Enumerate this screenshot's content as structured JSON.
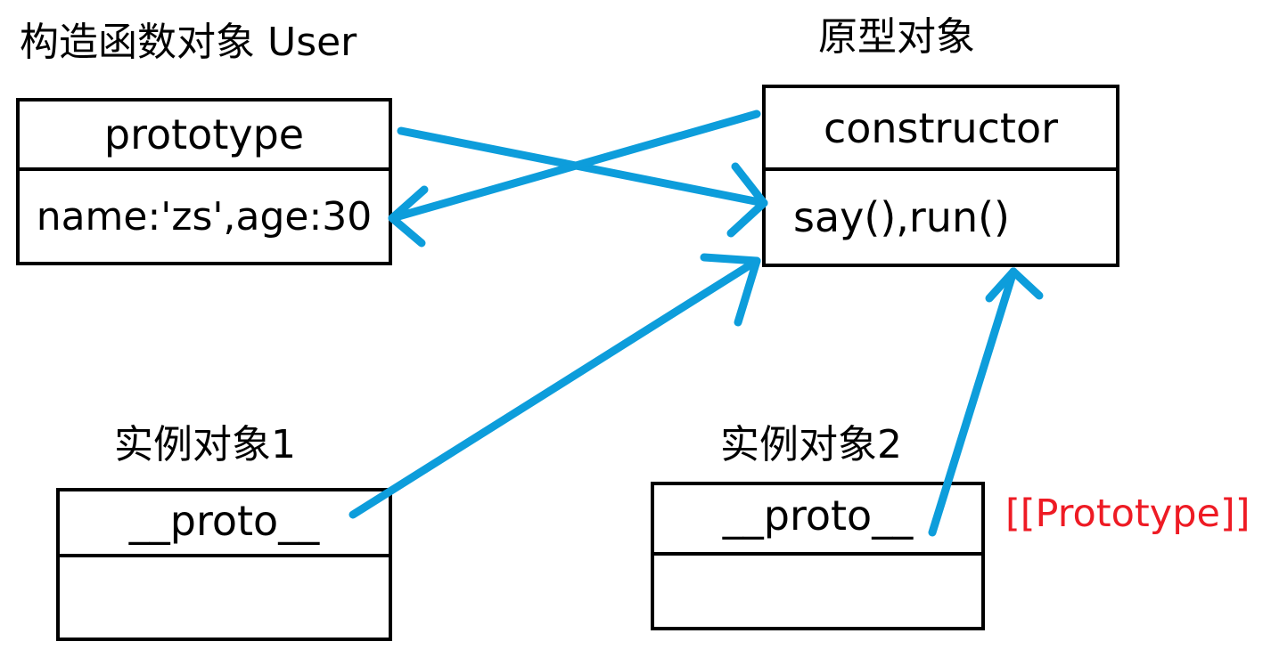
{
  "diagram": {
    "title_constructor": "构造函数对象 User",
    "title_prototype": "原型对象",
    "title_instance1": "实例对象1",
    "title_instance2": "实例对象2",
    "annotation_prototype_internal": "[[Prototype]]",
    "colors": {
      "arrow": "#0d9ddb",
      "box_border": "#000000",
      "text": "#000000",
      "annotation": "#ee1b24",
      "background": "#ffffff"
    },
    "boxes": {
      "constructor_user": {
        "row1": "prototype",
        "row2": "name:'zs',age:30"
      },
      "prototype_object": {
        "row1": "constructor",
        "row2": "say(),run()"
      },
      "instance1": {
        "row1": "__proto__",
        "row2": ""
      },
      "instance2": {
        "row1": "__proto__",
        "row2": ""
      }
    },
    "arrows": [
      {
        "name": "prototype-to-prototype-object",
        "from": "constructor_user.prototype",
        "to": "prototype_object.say_run",
        "direction": "right"
      },
      {
        "name": "constructor-to-user-instance-data",
        "from": "prototype_object.constructor",
        "to": "constructor_user.name_age",
        "direction": "left"
      },
      {
        "name": "instance1-proto-to-prototype-object",
        "from": "instance1.__proto__",
        "to": "prototype_object",
        "direction": "up-right"
      },
      {
        "name": "instance2-proto-to-prototype-object",
        "from": "instance2.__proto__",
        "to": "prototype_object",
        "direction": "up"
      }
    ]
  }
}
